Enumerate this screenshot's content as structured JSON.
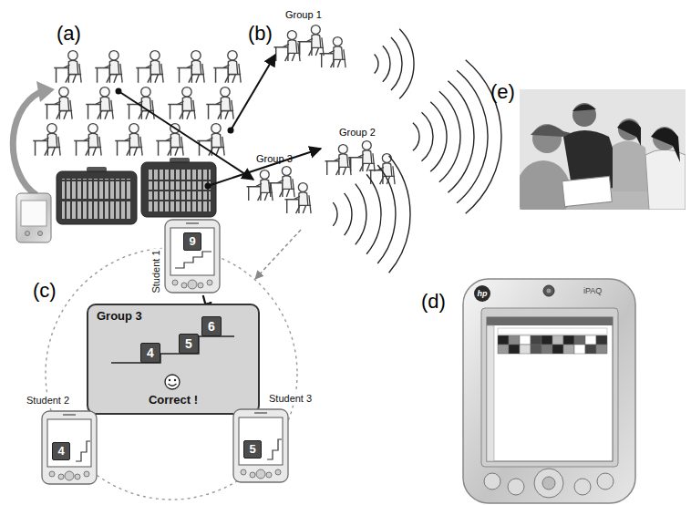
{
  "diagram": {
    "nodes": [
      {
        "text": [
          "Group 3",
          "Correct !"
        ]
      },
      {
        "text": [
          "4"
        ],
        "in": 0
      },
      {
        "text": [
          "5"
        ],
        "in": 0
      },
      {
        "text": [
          "6"
        ],
        "in": 0
      },
      {
        "text": [
          "Student 1",
          "9"
        ]
      },
      {
        "text": [
          "Student 2",
          "4"
        ]
      },
      {
        "text": [
          "Student 3",
          "5"
        ]
      }
    ],
    "edges": [
      {
        "from": 4,
        "to": 3,
        "arrow": "to"
      },
      {
        "from": 5,
        "to": 1,
        "arrow": "to"
      },
      {
        "from": 6,
        "to": 2,
        "arrow": "to"
      }
    ],
    "labels": [
      "(a)",
      "(b)",
      "(c)",
      "(d)",
      "(e)",
      "Group 1",
      "Group 2",
      "Group 3",
      "hp",
      "iPAQ"
    ]
  }
}
